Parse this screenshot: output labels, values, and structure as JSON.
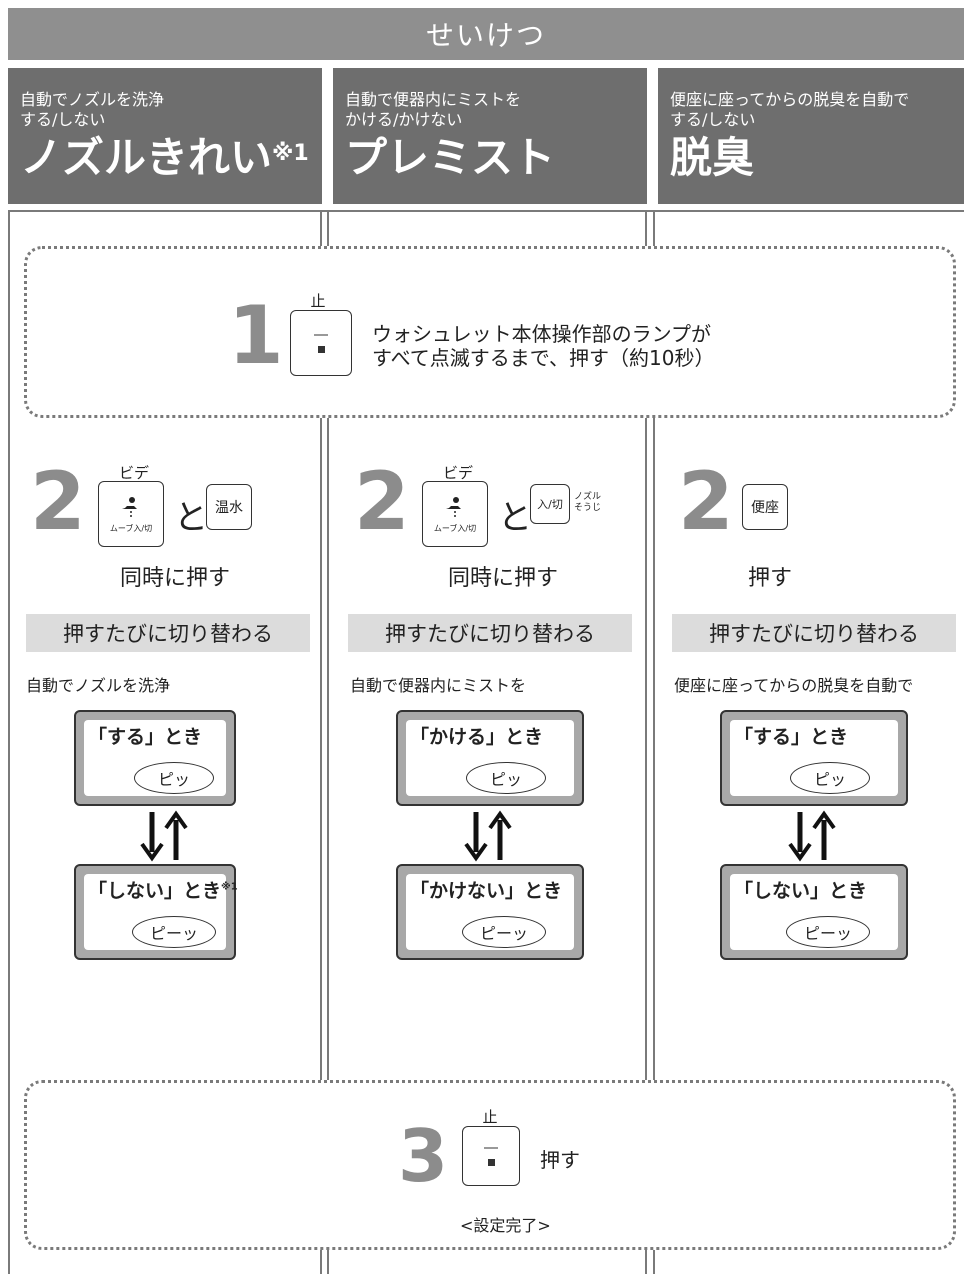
{
  "banner": {
    "title": "せいけつ"
  },
  "columns": [
    {
      "sub1": "自動でノズルを洗浄",
      "sub2": "する/しない",
      "title": "ノズルきれい",
      "note": "※1"
    },
    {
      "sub1": "自動で便器内にミストを",
      "sub2": "かける/かけない",
      "title": "プレミスト",
      "note": ""
    },
    {
      "sub1": "便座に座ってからの脱臭を自動で",
      "sub2": "する/しない",
      "title": "脱臭",
      "note": ""
    }
  ],
  "step1": {
    "number": "1",
    "button_caption": "止",
    "text_line1": "ウォシュレット本体操作部のランプが",
    "text_line2": "すべて点滅するまで、押す（約10秒）"
  },
  "step2": [
    {
      "number": "2",
      "btn1_caption": "ビデ",
      "btn1_sub": "ムーブ入/切",
      "and": "と",
      "btn2_label": "温水",
      "btn2_side": "",
      "action": "同時に押す",
      "bar": "押すたびに切り替わる",
      "desc": "自動でノズルを洗浄",
      "on_title": "「する」とき",
      "on_sound": "ピッ",
      "off_title": "「しない」とき",
      "off_note": "※1",
      "off_sound": "ピーッ"
    },
    {
      "number": "2",
      "btn1_caption": "ビデ",
      "btn1_sub": "ムーブ入/切",
      "and": "と",
      "btn2_label": "入/切",
      "btn2_side": "ノズル そうじ",
      "action": "同時に押す",
      "bar": "押すたびに切り替わる",
      "desc": "自動で便器内にミストを",
      "on_title": "「かける」とき",
      "on_sound": "ピッ",
      "off_title": "「かけない」とき",
      "off_note": "",
      "off_sound": "ピーッ"
    },
    {
      "number": "2",
      "btn2_label": "便座",
      "action": "押す",
      "bar": "押すたびに切り替わる",
      "desc": "便座に座ってからの脱臭を自動で",
      "on_title": "「する」とき",
      "on_sound": "ピッ",
      "off_title": "「しない」とき",
      "off_note": "",
      "off_sound": "ピーッ"
    }
  ],
  "step3": {
    "number": "3",
    "button_caption": "止",
    "action": "押す",
    "complete": "<設定完了>"
  },
  "colors": {
    "banner": "#8f8f8f",
    "header": "#6e6e6e",
    "number": "#8c8c8c",
    "bar": "#dcdcdc",
    "screen_frame": "#a8a8a8"
  }
}
